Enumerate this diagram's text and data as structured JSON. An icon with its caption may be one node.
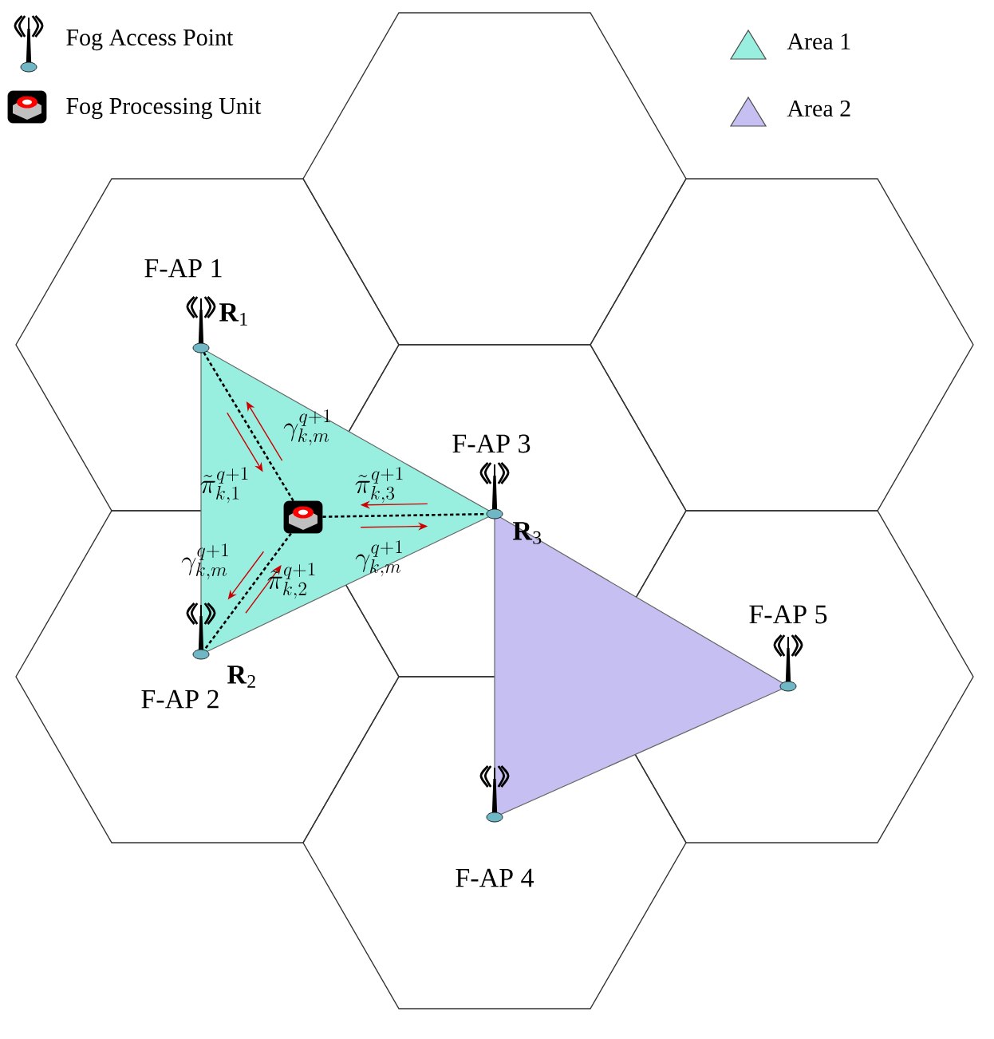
{
  "diagram": {
    "nodes": [
      {
        "text": [
          "F-AP 1"
        ],
        "beside": [
          "**R**$_{1}$"
        ]
      },
      {
        "text": [
          "F-AP 2"
        ],
        "beside": [
          "**R**$_{2}$"
        ]
      },
      {
        "text": [
          "F-AP 3"
        ],
        "beside": [
          "**R**$_{3}$"
        ]
      },
      {
        "text": [
          "F-AP 4"
        ]
      },
      {
        "text": [
          "F-AP 5"
        ]
      },
      {
        "text": [],
        "shape": "box"
      }
    ],
    "edges": [
      {
        "from": 5,
        "to": 0,
        "arrow": "none",
        "style": "dashed"
      },
      {
        "from": 5,
        "to": 1,
        "arrow": "none",
        "style": "dashed"
      },
      {
        "from": 5,
        "to": 2,
        "arrow": "none",
        "style": "dashed"
      }
    ],
    "labels": [
      "\\gamma_{k,m}^{q+1}",
      "\\tilde{\\pi}_{k,1}^{q+1}",
      "\\tilde{\\pi}_{k,3}^{q+1}",
      "\\gamma_{k,m}^{q+1}",
      "\\gamma_{k,m}^{q+1}",
      "\\tilde{\\pi}_{k,2}^{q+1}"
    ],
    "legend": [
      {
        "text": "Fog Access Point"
      },
      {
        "text": "Fog Processing Unit"
      },
      {
        "text": "Area 1",
        "color": "#98efe0"
      },
      {
        "text": "Area 2",
        "color": "#c6bff2"
      }
    ]
  }
}
